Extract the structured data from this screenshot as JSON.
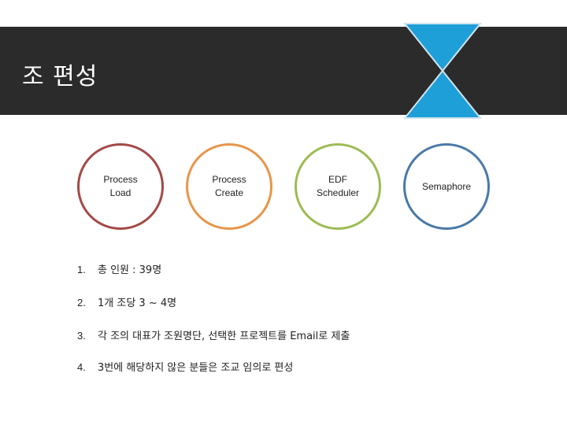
{
  "slide": {
    "title": "조 편성"
  },
  "colors": {
    "title_bar": "#2b2b2b",
    "hourglass": "#1e9fd8",
    "circle_load": "#a34a47",
    "circle_create": "#e8954a",
    "circle_edf": "#9dbb54",
    "circle_semaphore": "#4a79a8"
  },
  "circles": [
    {
      "label": "Process\nLoad"
    },
    {
      "label": "Process\nCreate"
    },
    {
      "label": "EDF\nScheduler"
    },
    {
      "label": "Semaphore"
    }
  ],
  "list": [
    {
      "num": "1.",
      "text": "총 인원 : 39명"
    },
    {
      "num": "2.",
      "text": "1개 조당 3 ~ 4명"
    },
    {
      "num": "3.",
      "text": "각 조의 대표가 조원명단, 선택한 프로젝트를 Email로 제출"
    },
    {
      "num": "4.",
      "text": "3번에 해당하지 않은 분들은 조교 임의로 편성"
    }
  ]
}
